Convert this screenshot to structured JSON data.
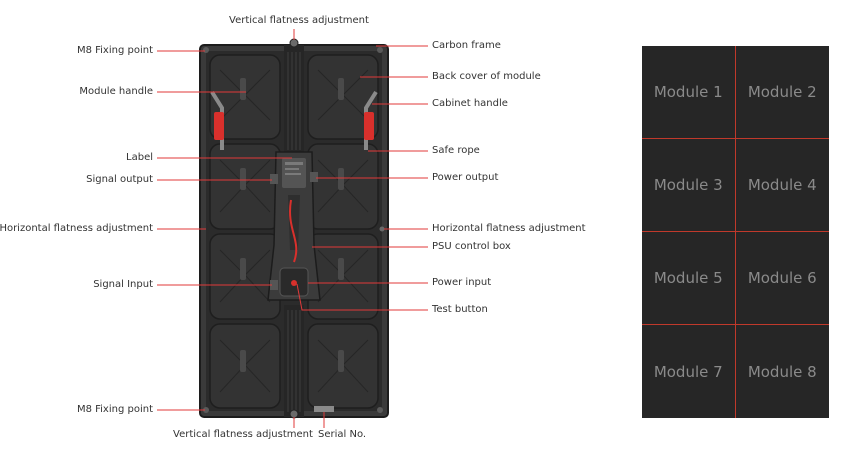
{
  "colors": {
    "leader_line": "#e03a3a",
    "cabinet_dark": "#2b2b2b",
    "cabinet_frame": "#3a3a3a",
    "handle_red": "#d9302c",
    "module_grid_bg": "#262626",
    "module_divider": "#c0392b",
    "module_text": "#8a8a8a"
  },
  "labels": {
    "vertical_flatness_top": "Vertical flatness adjustment",
    "m8_fixing_top": "M8 Fixing point",
    "module_handle": "Module handle",
    "label": "Label",
    "signal_output": "Signal output",
    "horizontal_flatness_left": "Horizontal flatness adjustment",
    "signal_input": "Signal Input",
    "m8_fixing_bottom": "M8 Fixing point",
    "vertical_flatness_bottom": "Vertical flatness adjustment",
    "serial_no": "Serial No.",
    "carbon_frame": "Carbon frame",
    "back_cover": "Back cover of module",
    "cabinet_handle": "Cabinet handle",
    "safe_rope": "Safe rope",
    "power_output": "Power output",
    "horizontal_flatness_right": "Horizontal flatness adjustment",
    "psu_control_box": "PSU control box",
    "power_input": "Power input",
    "test_button": "Test button"
  },
  "modules": [
    "Module 1",
    "Module 2",
    "Module 3",
    "Module 4",
    "Module 5",
    "Module 6",
    "Module 7",
    "Module 8"
  ]
}
